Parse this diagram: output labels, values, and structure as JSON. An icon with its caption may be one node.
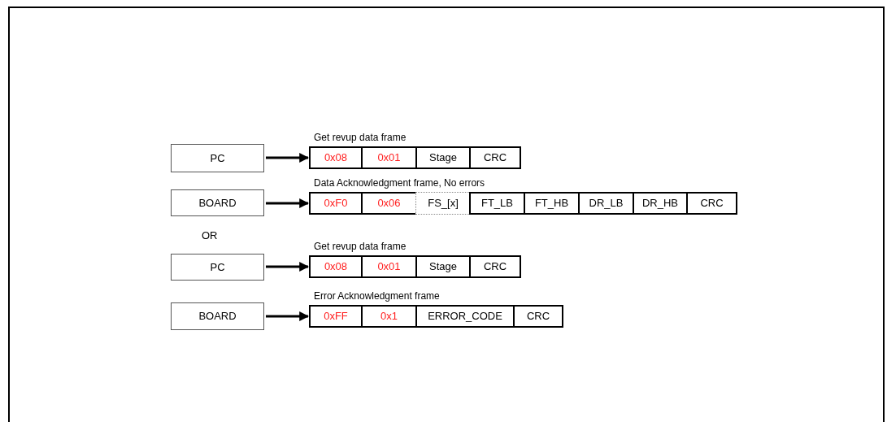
{
  "diagram": {
    "nodes": [
      {
        "text": [
          "PC"
        ]
      },
      {
        "text": [
          "Get revup data frame"
        ]
      },
      {
        "text": [
          "0x08"
        ],
        "in": 1
      },
      {
        "text": [
          "0x01"
        ],
        "in": 1
      },
      {
        "text": [
          "Stage"
        ],
        "in": 1
      },
      {
        "text": [
          "CRC"
        ],
        "in": 1
      },
      {
        "text": [
          "BOARD"
        ]
      },
      {
        "text": [
          "Data Acknowledgment frame, No errors"
        ]
      },
      {
        "text": [
          "0xF0"
        ],
        "in": 7
      },
      {
        "text": [
          "0x06"
        ],
        "in": 7
      },
      {
        "text": [
          "FS_[x]"
        ],
        "in": 7
      },
      {
        "text": [
          "FT_LB"
        ],
        "in": 7
      },
      {
        "text": [
          "FT_HB"
        ],
        "in": 7
      },
      {
        "text": [
          "DR_LB"
        ],
        "in": 7
      },
      {
        "text": [
          "DR_HB"
        ],
        "in": 7
      },
      {
        "text": [
          "CRC"
        ],
        "in": 7
      },
      {
        "text": [
          "PC"
        ]
      },
      {
        "text": [
          "Get revup data frame"
        ]
      },
      {
        "text": [
          "0x08"
        ],
        "in": 17
      },
      {
        "text": [
          "0x01"
        ],
        "in": 17
      },
      {
        "text": [
          "Stage"
        ],
        "in": 17
      },
      {
        "text": [
          "CRC"
        ],
        "in": 17
      },
      {
        "text": [
          "BOARD"
        ]
      },
      {
        "text": [
          "Error Acknowledgment frame"
        ]
      },
      {
        "text": [
          "0xFF"
        ],
        "in": 23
      },
      {
        "text": [
          "0x1"
        ],
        "in": 23
      },
      {
        "text": [
          "ERROR_CODE"
        ],
        "in": 23
      },
      {
        "text": [
          "CRC"
        ],
        "in": 23
      }
    ],
    "edges": [
      {
        "from": 0,
        "to": 1,
        "arrow": "to"
      },
      {
        "from": 6,
        "to": 7,
        "arrow": "to"
      },
      {
        "from": 16,
        "to": 17,
        "arrow": "to"
      },
      {
        "from": 22,
        "to": 23,
        "arrow": "to"
      }
    ],
    "labels": [
      "OR"
    ]
  }
}
